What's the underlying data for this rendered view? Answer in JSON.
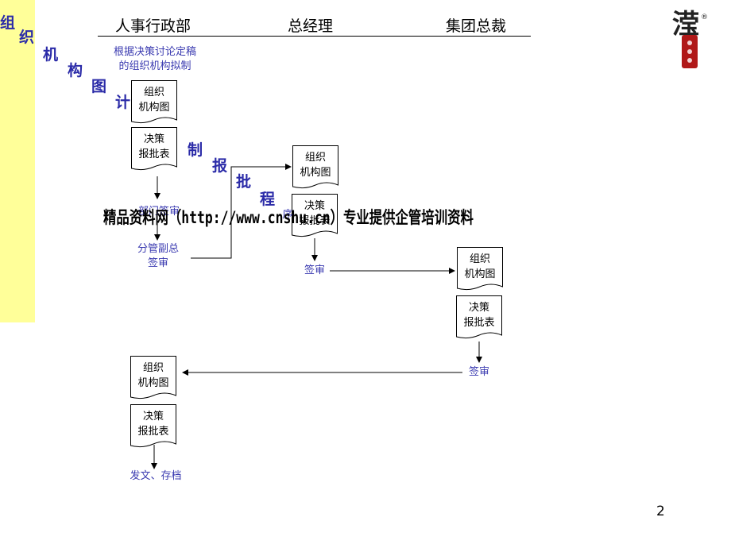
{
  "diagram": {
    "title_chars": [
      "组",
      "织",
      "机",
      "构",
      "图",
      "计",
      "划",
      "制",
      "报",
      "批",
      "程"
    ],
    "lanes": [
      "人事行政部",
      "总经理",
      "集团总裁"
    ],
    "note_top": [
      "根据决策讨论定稿",
      "的组织机构拟制"
    ],
    "doc_org_chart": [
      "组织",
      "机构图"
    ],
    "doc_approval_form": [
      "决策",
      "报批表"
    ],
    "step_dept_sign_partial": "部门签审",
    "step_vp_review": [
      "分管副总",
      "签审"
    ],
    "step_sign": "签审",
    "step_issue_archive": "发文、存档",
    "hidden_partial_char": "序"
  },
  "watermark": "精品资料网（http://www.cnshu.cn）专业提供企管培训资料",
  "page_number": "2",
  "colors": {
    "sidebar": "#ffff99",
    "title_text": "#2b2ba8",
    "note_text": "#3a3ab0",
    "logo_red": "#b01818"
  }
}
